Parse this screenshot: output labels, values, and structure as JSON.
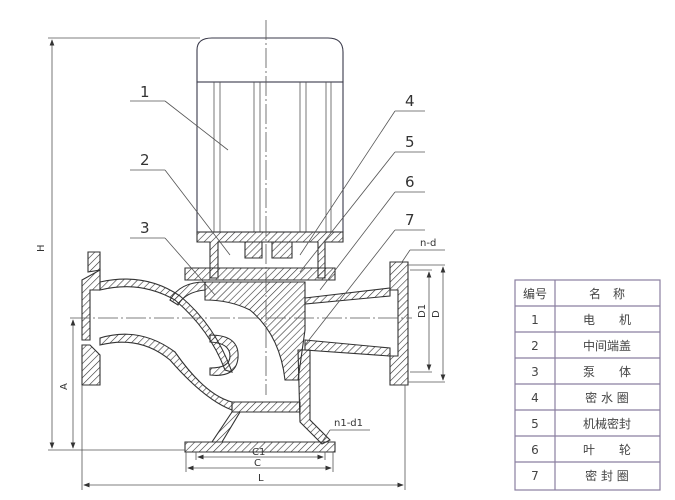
{
  "callouts": [
    "1",
    "2",
    "3",
    "4",
    "5",
    "6",
    "7"
  ],
  "dimensions": {
    "H": "H",
    "A": "A",
    "D1": "D1",
    "D": "D",
    "L": "L",
    "C": "C",
    "C1": "C1",
    "n_d": "n-d",
    "n1_d1": "n1-d1"
  },
  "parts_table": {
    "headers": [
      "编号",
      "名　称"
    ],
    "rows": [
      {
        "no": "1",
        "name": "电　　机"
      },
      {
        "no": "2",
        "name": "中间端盖"
      },
      {
        "no": "3",
        "name": "泵　　体"
      },
      {
        "no": "4",
        "name": "密 水 圈"
      },
      {
        "no": "5",
        "name": "机械密封"
      },
      {
        "no": "6",
        "name": "叶　　轮"
      },
      {
        "no": "7",
        "name": "密 封 圈"
      }
    ]
  }
}
